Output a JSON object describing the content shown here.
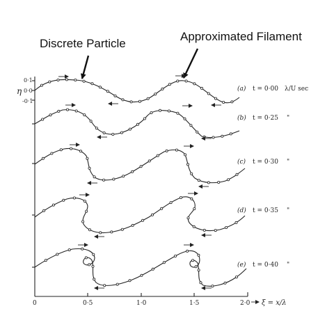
{
  "annotations": {
    "discrete_particle": "Discrete Particle",
    "approximated_filament": "Approximated Filament"
  },
  "chart_data": {
    "type": "line",
    "title": "",
    "xlabel": "ξ = x/λ",
    "ylabel": "η",
    "xlim": [
      0,
      2.0
    ],
    "xticks": [
      "0",
      "0·5",
      "1·0",
      "1·5",
      "2·0"
    ],
    "yticks": [
      "0·1",
      "0·0",
      "-0·1"
    ],
    "unit_label": "λ/U sec",
    "panels": [
      {
        "label": "(a)",
        "t_text": "t = 0·00",
        "t": 0.0,
        "unit": "λ/U sec"
      },
      {
        "label": "(b)",
        "t_text": "t = 0·25",
        "t": 0.25,
        "unit": "\""
      },
      {
        "label": "(c)",
        "t_text": "t = 0·30",
        "t": 0.3,
        "unit": "\""
      },
      {
        "label": "(d)",
        "t_text": "t = 0·35",
        "t": 0.35,
        "unit": "\""
      },
      {
        "label": "(e)",
        "t_text": "t = 0·40",
        "t": 0.4,
        "unit": "\""
      }
    ]
  }
}
